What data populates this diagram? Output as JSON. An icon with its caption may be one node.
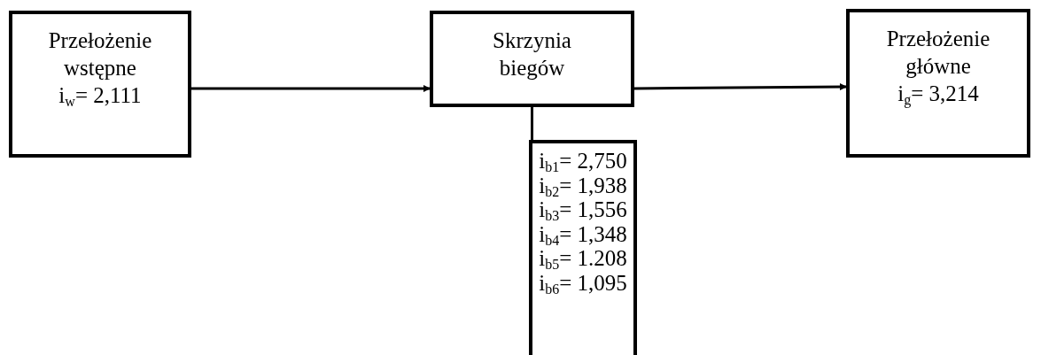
{
  "diagram": {
    "nodes": [
      {
        "text": [
          "Przełożenie wstępne",
          "i$_{w}$= 2,111"
        ]
      },
      {
        "text": [
          "Skrzynia biegów"
        ]
      },
      {
        "text": [
          "Przełożenie główne",
          "i$_{g}$= 3,214"
        ]
      },
      {
        "text": [
          "i$_{b1}$= 2,750",
          "i$_{b2}$= 1,938",
          "i$_{b3}$= 1,556",
          "i$_{b4}$= 1,348",
          "i$_{b5}$= 1.208",
          "i$_{b6}$= 1,095"
        ]
      }
    ],
    "edges": [
      {
        "from": 0,
        "to": 1,
        "arrow": "to"
      },
      {
        "from": 1,
        "to": 2,
        "arrow": "to"
      },
      {
        "from": 1,
        "to": 3,
        "arrow": "none"
      }
    ]
  }
}
